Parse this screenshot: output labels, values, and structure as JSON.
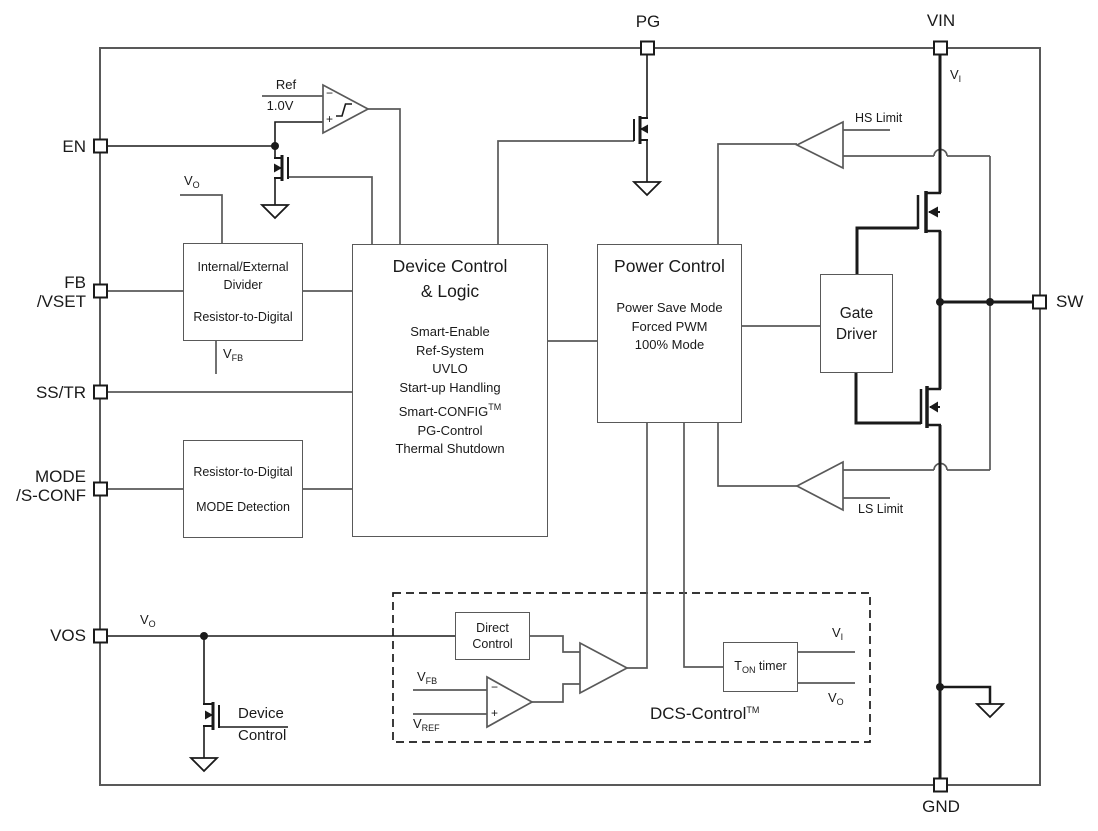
{
  "pins": {
    "en": "EN",
    "fb_line1": "FB",
    "fb_line2": "/VSET",
    "ss_tr": "SS/TR",
    "mode_line1": "MODE",
    "mode_line2": "/S-CONF",
    "vos": "VOS",
    "pg": "PG",
    "vin": "VIN",
    "sw": "SW",
    "gnd": "GND"
  },
  "blocks": {
    "fb_divider": {
      "line1": "Internal/External",
      "line2": "Divider",
      "line3": "Resistor-to-Digital"
    },
    "mode_detect": {
      "line1": "Resistor-to-Digital",
      "line2": "MODE Detection"
    },
    "device_control": {
      "title_line1": "Device Control",
      "title_line2": "& Logic",
      "items": [
        "Smart-Enable",
        "Ref-System",
        "UVLO",
        "Start-up Handling",
        "Smart-CONFIG",
        "PG-Control",
        "Thermal Shutdown"
      ],
      "config_tm": "TM"
    },
    "power_control": {
      "title": "Power Control",
      "items": [
        "Power Save Mode",
        "Forced PWM",
        "100% Mode"
      ]
    },
    "gate_driver": {
      "line1": "Gate",
      "line2": "Driver"
    },
    "direct_control": {
      "line1": "Direct",
      "line2": "Control"
    },
    "ton_timer": {
      "t": "T",
      "sub": "ON",
      "rest": " timer"
    },
    "dcs": {
      "label": "DCS-Control",
      "tm": "TM"
    }
  },
  "labels": {
    "ref": "Ref",
    "ref_val": "1.0V",
    "minus": "−",
    "plus": "+",
    "hs_limit": "HS Limit",
    "ls_limit": "LS Limit",
    "device": "Device",
    "control": "Control",
    "v_o": {
      "v": "V",
      "sub": "O"
    },
    "v_i": {
      "v": "V",
      "sub": "I"
    },
    "v_fb": {
      "v": "V",
      "sub": "FB"
    },
    "v_ref": {
      "v": "V",
      "sub": "REF"
    }
  },
  "colors": {
    "background": "#ffffff",
    "wire_gray": "#595959",
    "wire_black": "#1a1a1a",
    "text": "#1a1a1a"
  }
}
